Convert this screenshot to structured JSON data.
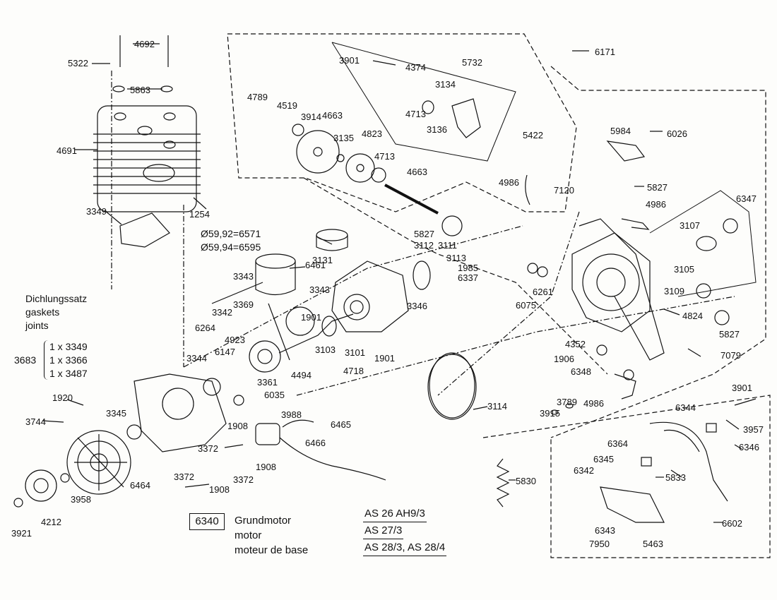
{
  "diagram": {
    "part_labels": [
      "5322",
      "4692",
      "5863",
      "4691",
      "1254",
      "3349",
      "3901",
      "4374",
      "5732",
      "3134",
      "4789",
      "4519",
      "3914",
      "4663",
      "4713",
      "3136",
      "3135",
      "4823",
      "4713",
      "4663",
      "6171",
      "5422",
      "5984",
      "6026",
      "4986",
      "7120",
      "5827",
      "4986",
      "6347",
      "3107",
      "3105",
      "5827",
      "3112",
      "3111",
      "3113",
      "1985",
      "6337",
      "6261",
      "6075",
      "3109",
      "4824",
      "5827",
      "3131",
      "6461",
      "3343",
      "3369",
      "3342",
      "3343",
      "1901",
      "3346",
      "3103",
      "3101",
      "1901",
      "4718",
      "6264",
      "6147",
      "4923",
      "4494",
      "3361",
      "3344",
      "6035",
      "1920",
      "3744",
      "3345",
      "3988",
      "6465",
      "1908",
      "3372",
      "6466",
      "1908",
      "3372",
      "3372",
      "1908",
      "4212",
      "3921",
      "3958",
      "6464",
      "3114",
      "4352",
      "1906",
      "6348",
      "3789",
      "3915",
      "4986",
      "7079",
      "3901",
      "6344",
      "3957",
      "6346",
      "6364",
      "6345",
      "6342",
      "5833",
      "5830",
      "6343",
      "7950",
      "5463",
      "6602"
    ],
    "piston_sizes": [
      "Ø59,92=6571",
      "Ø59,94=6595"
    ],
    "gasket_set": {
      "title_lines": [
        "Dichlungssatz",
        "gaskets",
        "joints"
      ],
      "number": "3683",
      "items": [
        "1 x 3349",
        "1 x 3366",
        "1 x 3487"
      ]
    },
    "base_motor": {
      "number": "6340",
      "names": [
        "Grundmotor",
        "motor",
        "moteur de base"
      ]
    },
    "models": [
      "AS 26 AH9/3",
      "AS 27/3",
      "AS 28/3, AS 28/4"
    ]
  }
}
